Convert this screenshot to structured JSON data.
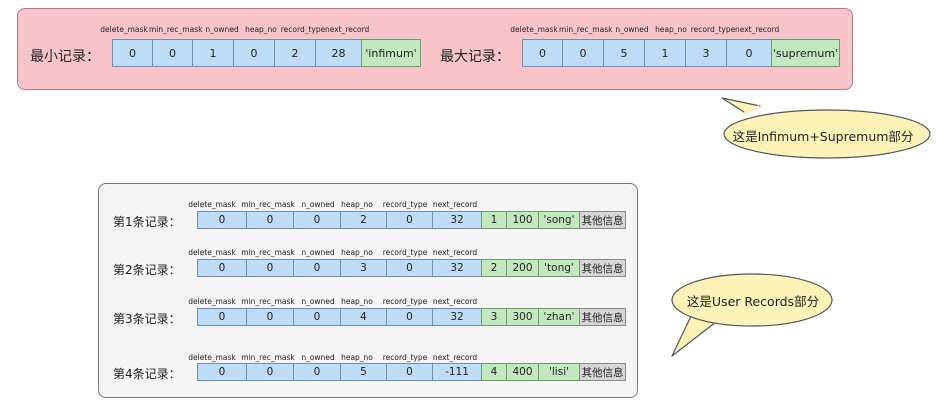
{
  "header_labels": [
    "delete_mask",
    "min_rec_mask",
    "n_owned",
    "heap_no",
    "record_type",
    "next_record"
  ],
  "system_records": [
    {
      "label": "最小记录：",
      "values": [
        "0",
        "0",
        "1",
        "0",
        "2",
        "28"
      ],
      "data": "'infimum'"
    },
    {
      "label": "最大记录：",
      "values": [
        "0",
        "0",
        "5",
        "1",
        "3",
        "0"
      ],
      "data": "'supremum'"
    }
  ],
  "user_records": [
    {
      "label": "第1条记录：",
      "values": [
        "0",
        "0",
        "0",
        "2",
        "0",
        "32"
      ],
      "id": "1",
      "num": "100",
      "name": "'song'",
      "extra": "其他信息"
    },
    {
      "label": "第2条记录：",
      "values": [
        "0",
        "0",
        "0",
        "3",
        "0",
        "32"
      ],
      "id": "2",
      "num": "200",
      "name": "'tong'",
      "extra": "其他信息"
    },
    {
      "label": "第3条记录：",
      "values": [
        "0",
        "0",
        "0",
        "4",
        "0",
        "32"
      ],
      "id": "3",
      "num": "300",
      "name": "'zhan'",
      "extra": "其他信息"
    },
    {
      "label": "第4条记录：",
      "values": [
        "0",
        "0",
        "0",
        "5",
        "0",
        "-111"
      ],
      "id": "4",
      "num": "400",
      "name": "'lisi'",
      "extra": "其他信息"
    }
  ],
  "callouts": {
    "system": "这是Infimum+Supremum部分",
    "user": "这是User Records部分"
  },
  "colors": {
    "system_panel": "#f7c4cc",
    "user_panel": "#f4f4f4",
    "header_cell": "#bfdcf7",
    "data_cell": "#c3e8c0",
    "extra_cell": "#d6d6d6",
    "callout_fill": "#fdf3b8"
  }
}
